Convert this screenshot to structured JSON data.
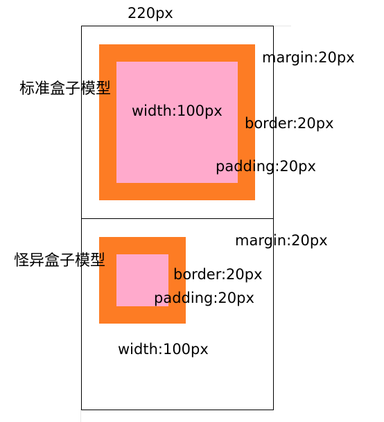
{
  "top_label": "220px",
  "colors": {
    "border_orange": "#fd7c24",
    "content_pink": "#ffaacc",
    "line_black": "#000000"
  },
  "standard": {
    "title": "标准盒子模型",
    "margin_label": "margin:20px",
    "border_label": "border:20px",
    "padding_label": "padding:20px",
    "width_label": "width:100px"
  },
  "quirks": {
    "title": "怪异盒子模型",
    "margin_label": "margin:20px",
    "border_label": "border:20px",
    "padding_label": "padding:20px",
    "width_label": "width:100px"
  }
}
